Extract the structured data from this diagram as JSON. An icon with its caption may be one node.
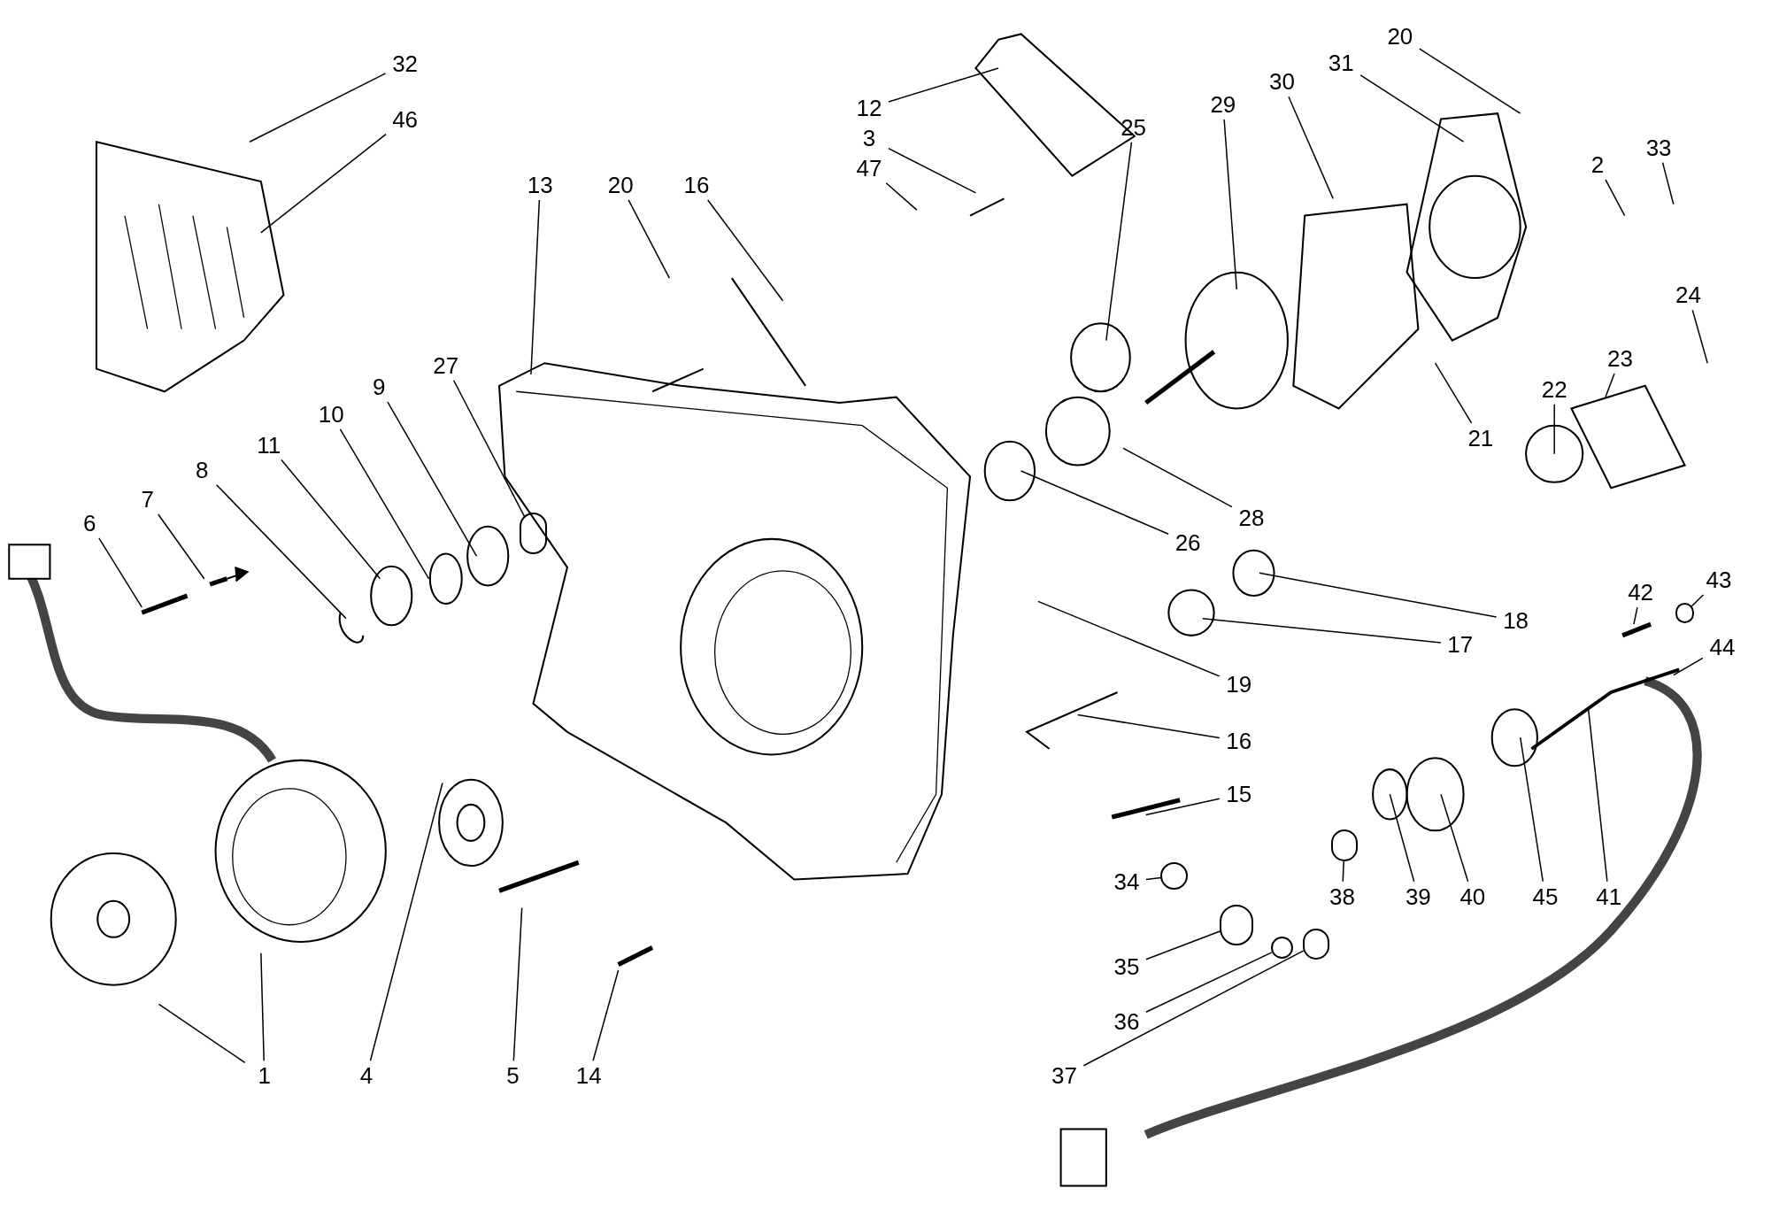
{
  "diagram": {
    "nodes": [
      {
        "text": [
          "32"
        ]
      },
      {
        "text": [
          "46"
        ]
      },
      {
        "text": [
          "12"
        ]
      },
      {
        "text": [
          "3"
        ]
      },
      {
        "text": [
          "47"
        ]
      },
      {
        "text": [
          "13"
        ]
      },
      {
        "text": [
          "20"
        ]
      },
      {
        "text": [
          "16"
        ]
      },
      {
        "text": [
          "25"
        ]
      },
      {
        "text": [
          "29"
        ]
      },
      {
        "text": [
          "30"
        ]
      },
      {
        "text": [
          "31"
        ]
      },
      {
        "text": [
          "20"
        ]
      },
      {
        "text": [
          "33"
        ]
      },
      {
        "text": [
          "2"
        ]
      },
      {
        "text": [
          "24"
        ]
      },
      {
        "text": [
          "23"
        ]
      },
      {
        "text": [
          "22"
        ]
      },
      {
        "text": [
          "21"
        ]
      },
      {
        "text": [
          "28"
        ]
      },
      {
        "text": [
          "26"
        ]
      },
      {
        "text": [
          "18"
        ]
      },
      {
        "text": [
          "17"
        ]
      },
      {
        "text": [
          "19"
        ]
      },
      {
        "text": [
          "16"
        ]
      },
      {
        "text": [
          "15"
        ]
      },
      {
        "text": [
          "43"
        ]
      },
      {
        "text": [
          "42"
        ]
      },
      {
        "text": [
          "44"
        ]
      },
      {
        "text": [
          "41"
        ]
      },
      {
        "text": [
          "45"
        ]
      },
      {
        "text": [
          "40"
        ]
      },
      {
        "text": [
          "39"
        ]
      },
      {
        "text": [
          "38"
        ]
      },
      {
        "text": [
          "34"
        ]
      },
      {
        "text": [
          "35"
        ]
      },
      {
        "text": [
          "36"
        ]
      },
      {
        "text": [
          "37"
        ]
      },
      {
        "text": [
          "14"
        ]
      },
      {
        "text": [
          "5"
        ]
      },
      {
        "text": [
          "4"
        ]
      },
      {
        "text": [
          "1"
        ]
      },
      {
        "text": [
          "6"
        ]
      },
      {
        "text": [
          "7"
        ]
      },
      {
        "text": [
          "8"
        ]
      },
      {
        "text": [
          "11"
        ]
      },
      {
        "text": [
          "10"
        ]
      },
      {
        "text": [
          "9"
        ]
      },
      {
        "text": [
          "27"
        ]
      },
      {
        "text": [],
        "shape": "circle"
      },
      {
        "text": [],
        "shape": "circle"
      },
      {
        "text": [],
        "shape": "circle"
      },
      {
        "text": [],
        "shape": "circle"
      },
      {
        "text": [],
        "shape": "circle"
      },
      {
        "text": [],
        "shape": "circle"
      },
      {
        "text": [],
        "shape": "circle"
      }
    ],
    "edges": [
      {
        "from": 0,
        "to": null,
        "arrow": "none"
      },
      {
        "from": 1,
        "to": null,
        "arrow": "none"
      },
      {
        "from": 2,
        "to": null,
        "arrow": "none"
      },
      {
        "from": 3,
        "to": null,
        "arrow": "none"
      },
      {
        "from": 4,
        "to": null,
        "arrow": "none"
      },
      {
        "from": 5,
        "to": null,
        "arrow": "none"
      },
      {
        "from": 6,
        "to": null,
        "arrow": "none"
      },
      {
        "from": 7,
        "to": null,
        "arrow": "none"
      },
      {
        "from": 8,
        "to": null,
        "arrow": "none"
      },
      {
        "from": 9,
        "to": null,
        "arrow": "none"
      },
      {
        "from": 10,
        "to": null,
        "arrow": "none"
      },
      {
        "from": 11,
        "to": null,
        "arrow": "none"
      },
      {
        "from": 12,
        "to": null,
        "arrow": "none"
      },
      {
        "from": 13,
        "to": null,
        "arrow": "none"
      },
      {
        "from": 14,
        "to": null,
        "arrow": "none"
      },
      {
        "from": 15,
        "to": null,
        "arrow": "none"
      },
      {
        "from": 16,
        "to": null,
        "arrow": "none"
      },
      {
        "from": 17,
        "to": null,
        "arrow": "none"
      },
      {
        "from": 18,
        "to": null,
        "arrow": "none"
      },
      {
        "from": 19,
        "to": null,
        "arrow": "none"
      },
      {
        "from": 20,
        "to": null,
        "arrow": "none"
      },
      {
        "from": 21,
        "to": null,
        "arrow": "none"
      },
      {
        "from": 22,
        "to": null,
        "arrow": "none"
      },
      {
        "from": 23,
        "to": null,
        "arrow": "none"
      },
      {
        "from": 24,
        "to": null,
        "arrow": "none"
      },
      {
        "from": 25,
        "to": null,
        "arrow": "none"
      },
      {
        "from": 26,
        "to": 49,
        "arrow": "none"
      },
      {
        "from": 27,
        "to": null,
        "arrow": "none"
      },
      {
        "from": 28,
        "to": null,
        "arrow": "none"
      },
      {
        "from": 29,
        "to": null,
        "arrow": "none"
      },
      {
        "from": 30,
        "to": null,
        "arrow": "none"
      },
      {
        "from": 31,
        "to": null,
        "arrow": "none"
      },
      {
        "from": 32,
        "to": null,
        "arrow": "none"
      },
      {
        "from": 33,
        "to": 50,
        "arrow": "none"
      },
      {
        "from": 34,
        "to": 51,
        "arrow": "none"
      },
      {
        "from": 35,
        "to": 52,
        "arrow": "none"
      },
      {
        "from": 36,
        "to": 53,
        "arrow": "none"
      },
      {
        "from": 37,
        "to": 54,
        "arrow": "none"
      },
      {
        "from": 38,
        "to": null,
        "arrow": "none"
      },
      {
        "from": 39,
        "to": null,
        "arrow": "none"
      },
      {
        "from": 40,
        "to": null,
        "arrow": "none"
      },
      {
        "from": 41,
        "to": null,
        "arrow": "none"
      },
      {
        "from": 41,
        "to": null,
        "arrow": "none"
      },
      {
        "from": 42,
        "to": null,
        "arrow": "none"
      },
      {
        "from": 43,
        "to": null,
        "arrow": "none"
      },
      {
        "from": 44,
        "to": null,
        "arrow": "none"
      },
      {
        "from": 45,
        "to": null,
        "arrow": "none"
      },
      {
        "from": 46,
        "to": null,
        "arrow": "none"
      },
      {
        "from": 47,
        "to": null,
        "arrow": "none"
      },
      {
        "from": 48,
        "to": 55,
        "arrow": "none"
      }
    ]
  }
}
